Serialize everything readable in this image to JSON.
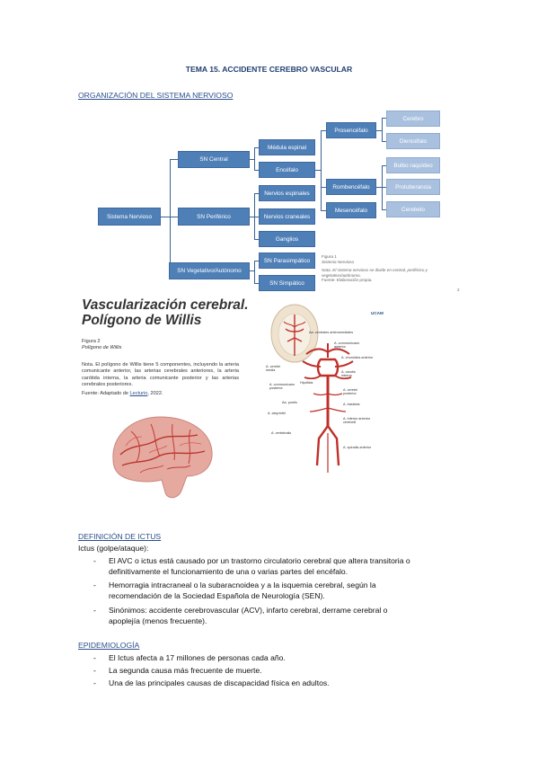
{
  "title": "TEMA 15. ACCIDENTE CEREBRO VASCULAR",
  "section1": {
    "heading": "ORGANIZACIÓN DEL SISTEMA NERVIOSO"
  },
  "diagram": {
    "root": "Sistema Nervioso",
    "central": "SN Central",
    "periferico": "SN Periférico",
    "vegetativo": "SN Vegetativo/Autónomo",
    "medula": "Médula espinal",
    "encefalo": "Encéfalo",
    "nervios_espinales": "Nervios espinales",
    "nervios_craneales": "Nervios craneales",
    "ganglios": "Ganglios",
    "parasimpatico": "SN Parasimpático",
    "simpatico": "SN Simpático",
    "prosencefalo": "Prosencéfalo",
    "rombencefalo": "Rombencéfalo",
    "mesencefalo": "Mesencéfalo",
    "cerebro": "Cerebro",
    "diencefalo": "Diencéfalo",
    "bulbo": "Bulbo raquídeo",
    "protuberancia": "Protuberancia",
    "cerebelo": "Cerebelo",
    "fig_label": "Figura 1",
    "fig_title": "Sistema Nervioso",
    "fig_note": "Nota. El sistema nervioso se divide en central, periférico y vegetativo/autónomo.",
    "fig_source": "Fuente: Elaboración propia."
  },
  "figure2": {
    "title_line1": "Vascularización cerebral.",
    "title_line2": "Polígono de Willis",
    "fig_label": "Figura 2",
    "fig_title": "Polígono de Willis",
    "note": "Nota. El polígono de Willis tiene 5 componentes, incluyendo la arteria comunicante anterior, las arterias cerebrales anteriores, la arteria carótida interna, la arteria comunicante posterior y las arterias cerebrales posteriores.",
    "source_prefix": "Fuente: Adaptado de ",
    "source_link": "Lecturio",
    "source_suffix": ", 2022.",
    "logo": "UCAM",
    "labels": {
      "a1": "Aa. centrales anteromediales",
      "a2": "A. communicans anterior",
      "a3": "A. choroidea anterior",
      "a4": "A. cerebri media",
      "a5": "A. carotis interna",
      "a6": "A. communicans posterior",
      "a7": "A. cerebri posterior",
      "a8": "A. basilaris",
      "a9": "Aa. pontis",
      "a10": "A. labyrinthi",
      "a11": "A. inferior anterior cerebelli",
      "a12": "A. vertebralis",
      "a13": "A. spinalis anterior",
      "a14": "Hipófisis"
    }
  },
  "section2": {
    "heading": "DEFINICIÓN DE ICTUS",
    "intro": "Ictus (golpe/ataque):",
    "bullets": [
      [
        "El AVC o ictus está causado por un trastorno circulatorio cerebral que altera transitoria o",
        "definitivamente el funcionamiento de una o varias partes del encéfalo."
      ],
      [
        "Hemorragia intracraneal o la subaracnoidea y a la isquemia cerebral, según la",
        "recomendación de la Sociedad Española de Neurología (SEN)."
      ],
      [
        "Sinónimos: accidente cerebrovascular (ACV), infarto cerebral, derrame cerebral o",
        "apoplejía (menos frecuente)."
      ]
    ]
  },
  "section3": {
    "heading": "EPIDEMIOLOGÍA",
    "bullets": [
      "El Ictus afecta a 17 millones de personas cada año.",
      "La segunda causa más frecuente de muerte.",
      "Una de las principales causas de discapacidad física en adultos."
    ]
  },
  "dash": "-",
  "page_mark": "2"
}
